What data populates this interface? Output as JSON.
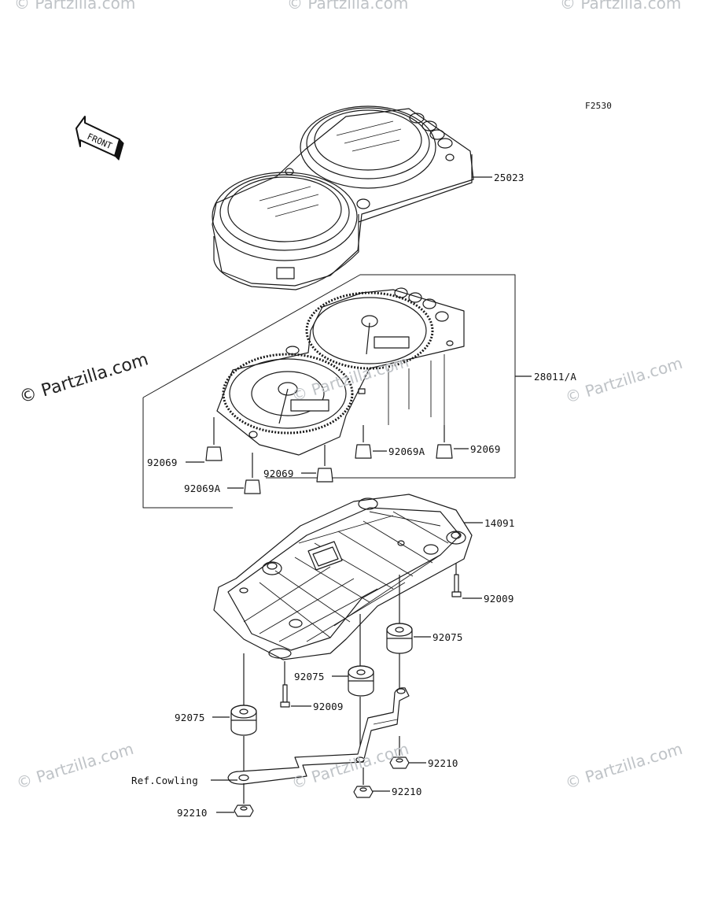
{
  "figure_code": "F2530",
  "front_arrow_label": "FRONT",
  "watermark_text": "© Partzilla.com",
  "parts": [
    {
      "key": "meter_cover",
      "part_no": "25023"
    },
    {
      "key": "meter_assy",
      "part_no": "28011/A"
    },
    {
      "key": "bulb_left",
      "part_no": "92069"
    },
    {
      "key": "bulb_a_left",
      "part_no": "92069A"
    },
    {
      "key": "bulb_mid",
      "part_no": "92069"
    },
    {
      "key": "bulb_a_right",
      "part_no": "92069A"
    },
    {
      "key": "bulb_right",
      "part_no": "92069"
    },
    {
      "key": "meter_case",
      "part_no": "14091"
    },
    {
      "key": "screw_right",
      "part_no": "92009"
    },
    {
      "key": "damper_right",
      "part_no": "92075"
    },
    {
      "key": "damper_mid",
      "part_no": "92075"
    },
    {
      "key": "screw_left",
      "part_no": "92009"
    },
    {
      "key": "damper_left",
      "part_no": "92075"
    },
    {
      "key": "nut_right",
      "part_no": "92210"
    },
    {
      "key": "ref_cowling",
      "part_no": "Ref.Cowling"
    },
    {
      "key": "nut_mid",
      "part_no": "92210"
    },
    {
      "key": "nut_left",
      "part_no": "92210"
    }
  ]
}
